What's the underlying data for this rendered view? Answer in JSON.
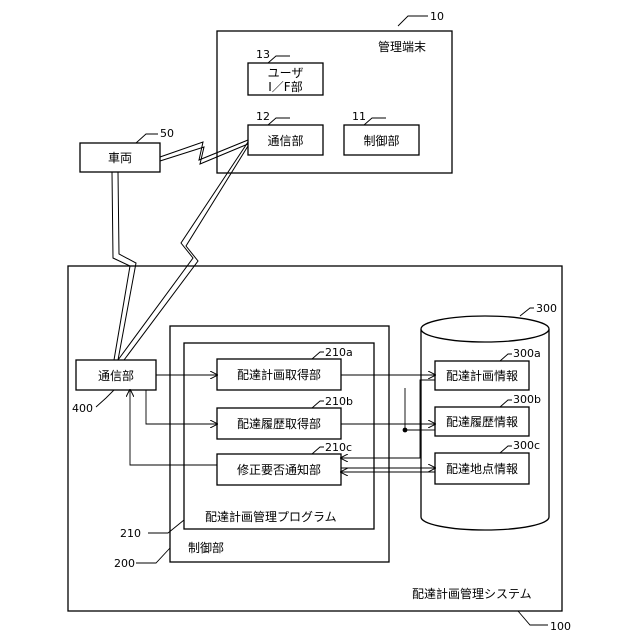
{
  "mgmt_terminal": {
    "ref": "10",
    "title": "管理端末"
  },
  "user_if": {
    "ref": "13",
    "line1": "ユーザ",
    "line2": "I／F部"
  },
  "term_comm": {
    "ref": "12",
    "label": "通信部"
  },
  "term_ctrl": {
    "ref": "11",
    "label": "制御部"
  },
  "vehicle": {
    "ref": "50",
    "label": "車両"
  },
  "system": {
    "ref": "100",
    "title": "配達計画管理システム"
  },
  "comm_unit": {
    "ref": "400",
    "label": "通信部"
  },
  "control_unit": {
    "ref": "200",
    "label": "制御部"
  },
  "program": {
    "ref": "210",
    "label": "配達計画管理プログラム"
  },
  "modules": [
    {
      "ref": "210a",
      "label": "配達計画取得部"
    },
    {
      "ref": "210b",
      "label": "配達履歴取得部"
    },
    {
      "ref": "210c",
      "label": "修正要否通知部"
    }
  ],
  "database": {
    "ref": "300"
  },
  "db_items": [
    {
      "ref": "300a",
      "label": "配達計画情報"
    },
    {
      "ref": "300b",
      "label": "配達履歴情報"
    },
    {
      "ref": "300c",
      "label": "配達地点情報"
    }
  ]
}
